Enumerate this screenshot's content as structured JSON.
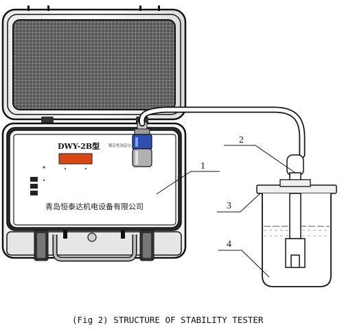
{
  "device": {
    "model_label": "DWY-2B型",
    "panel_subtitle": "稳定性测定仪",
    "manufacturer": "青岛恒泰达机电设备有限公司",
    "display_color": "#d9480f",
    "connector_color": "#2d4fb0"
  },
  "callouts": [
    {
      "number": "1"
    },
    {
      "number": "2"
    },
    {
      "number": "3"
    },
    {
      "number": "4"
    }
  ],
  "caption": "(Fig 2) STRUCTURE OF STABILITY TESTER"
}
